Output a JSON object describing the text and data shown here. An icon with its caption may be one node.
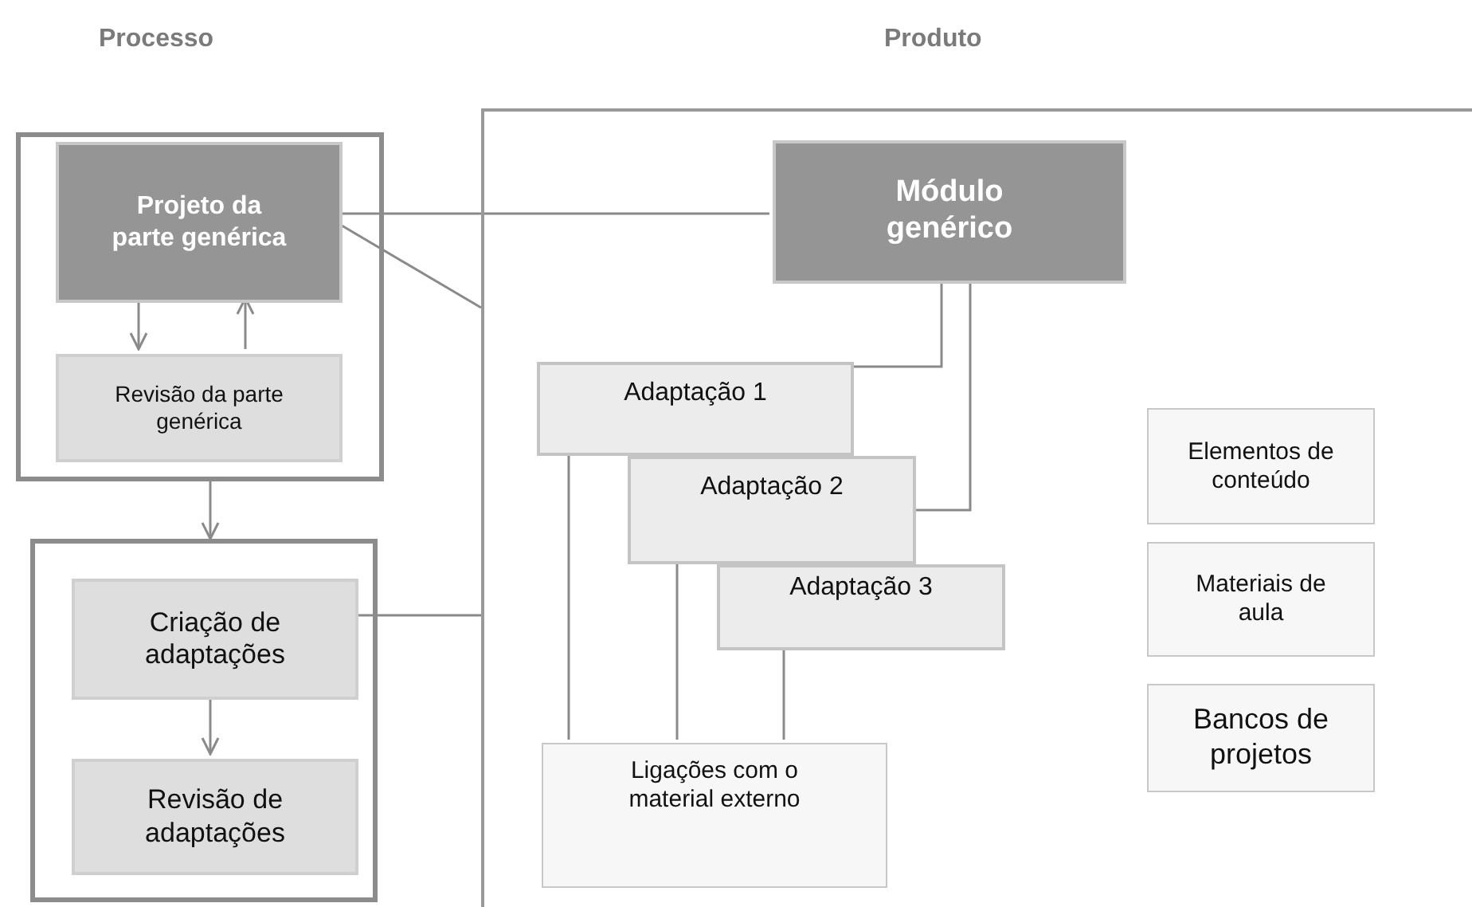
{
  "diagram": {
    "nodes": [
      {
        "text": [],
        "shape": "box"
      },
      {
        "text": [
          "Projeto da parte genérica"
        ],
        "in": 0
      },
      {
        "text": [
          "Revisão da parte genérica"
        ],
        "in": 0
      },
      {
        "text": [],
        "shape": "box"
      },
      {
        "text": [
          "Criação de adaptações"
        ],
        "in": 3
      },
      {
        "text": [
          "Revisão de adaptações"
        ],
        "in": 3
      },
      {
        "text": [],
        "shape": "box"
      },
      {
        "text": [
          "Módulo genérico"
        ],
        "in": 6
      },
      {
        "text": [
          "Adaptação 1"
        ],
        "in": 6
      },
      {
        "text": [
          "Adaptação 2"
        ],
        "in": 6
      },
      {
        "text": [
          "Adaptação 3"
        ],
        "in": 6
      },
      {
        "text": [
          "Ligações com o material externo"
        ],
        "in": 6
      },
      {
        "text": [
          "Elementos de conteúdo"
        ],
        "in": 6
      },
      {
        "text": [
          "Materiais de aula"
        ],
        "in": 6
      },
      {
        "text": [
          "Bancos de projetos"
        ],
        "in": 6
      }
    ],
    "edges": [
      {
        "from": 1,
        "to": 2,
        "arrow": "to"
      },
      {
        "from": 2,
        "to": 1,
        "arrow": "to"
      },
      {
        "from": 0,
        "to": 3,
        "arrow": "to"
      },
      {
        "from": 4,
        "to": 5,
        "arrow": "to"
      },
      {
        "from": 1,
        "to": 7,
        "arrow": "none"
      },
      {
        "from": 1,
        "to": 6,
        "arrow": "none"
      },
      {
        "from": 4,
        "to": 6,
        "arrow": "none"
      },
      {
        "from": 7,
        "to": 8,
        "arrow": "none"
      },
      {
        "from": 7,
        "to": 9,
        "arrow": "none"
      },
      {
        "from": 8,
        "to": 11,
        "arrow": "none"
      },
      {
        "from": 9,
        "to": 11,
        "arrow": "none"
      },
      {
        "from": 10,
        "to": 11,
        "arrow": "none"
      }
    ],
    "labels": [
      "Processo",
      "Produto"
    ]
  }
}
